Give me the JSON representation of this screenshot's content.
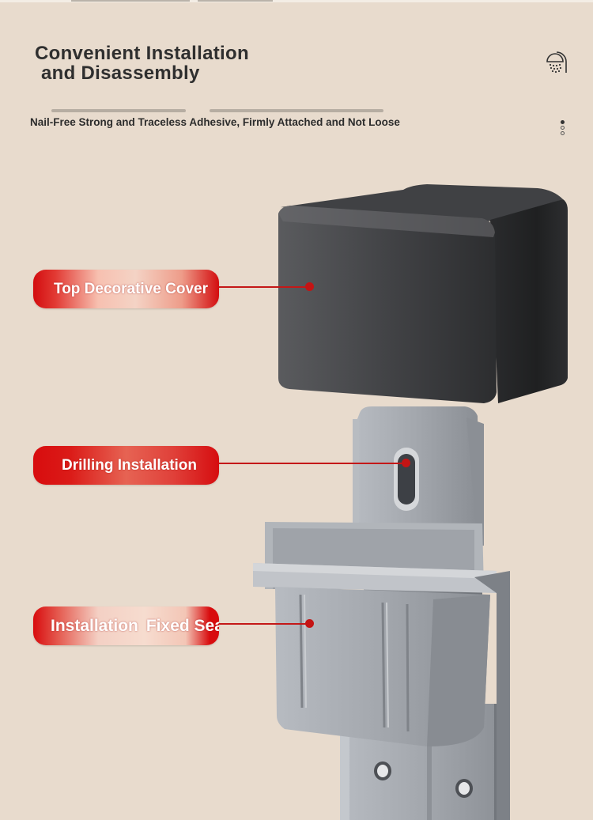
{
  "header": {
    "title_line1": "Convenient Installation",
    "title_line2": "and Disassembly",
    "subtitle": "Nail-Free Strong and Traceless Adhesive, Firmly Attached and Not Loose"
  },
  "icons": {
    "top_right": "shower-icon",
    "pagination": "pagination-dots-icon"
  },
  "callouts": [
    {
      "label": "Top Decorative Cover"
    },
    {
      "label": "Drilling Installation"
    },
    {
      "label_line1": "Installation",
      "label_line2": "Fixed Seat"
    }
  ],
  "colors": {
    "background": "#e8dbcd",
    "accent_red": "#d30d0f",
    "cover": "#3a3a3c",
    "seat": "#9a9ea5"
  }
}
